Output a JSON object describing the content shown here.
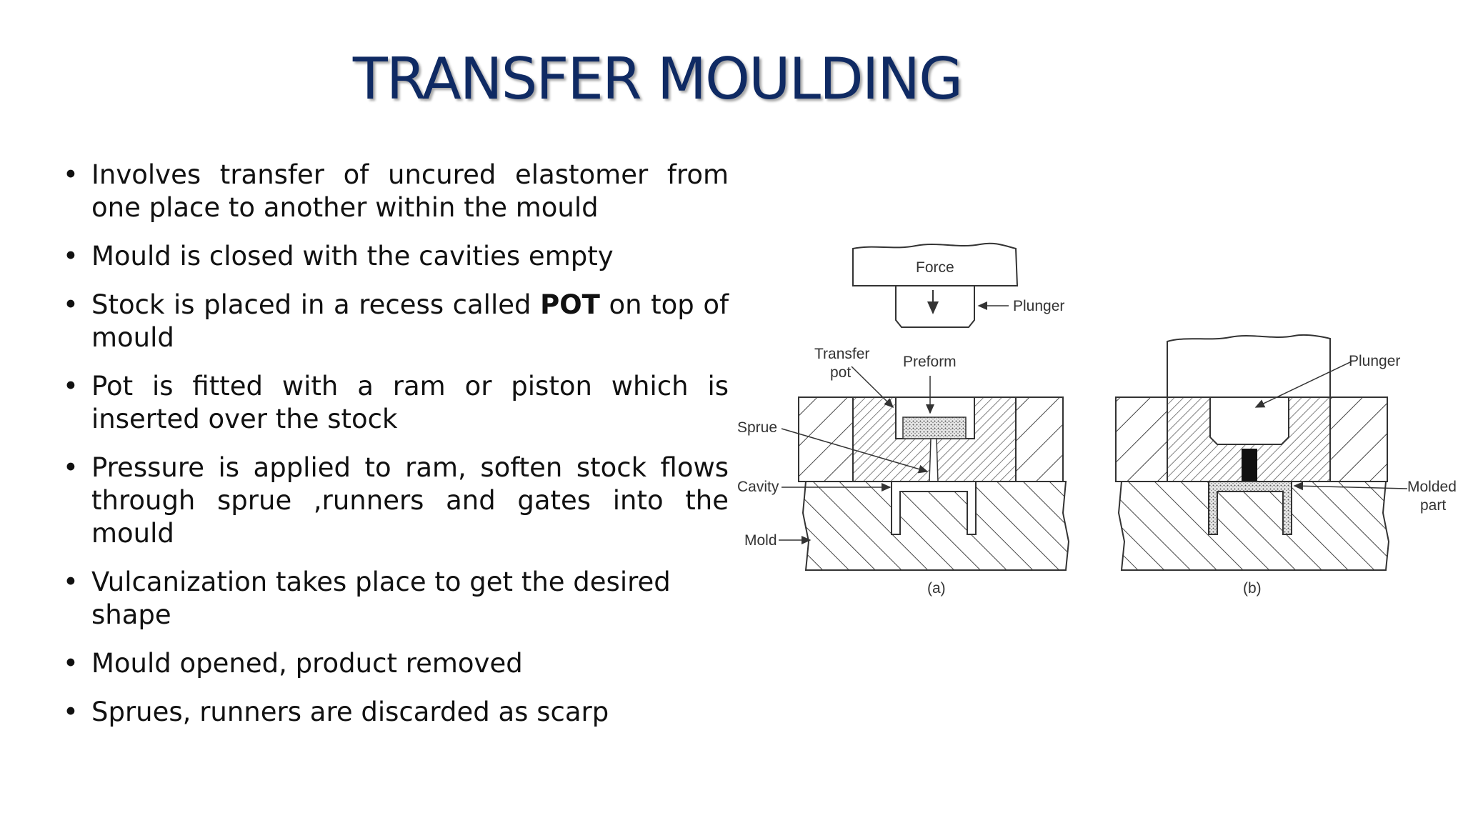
{
  "slide": {
    "title": "TRANSFER MOULDING",
    "bullets": [
      {
        "pre": "Involves transfer of uncured elastomer from one place to another within the mould",
        "bold": "",
        "post": ""
      },
      {
        "pre": "Mould is closed with the cavities empty",
        "bold": "",
        "post": ""
      },
      {
        "pre": "Stock is placed in a recess called ",
        "bold": "POT",
        "post": " on top of mould"
      },
      {
        "pre": "Pot is fitted with a ram or piston which is inserted over the stock",
        "bold": "",
        "post": ""
      },
      {
        "pre": "Pressure is applied to ram, soften stock flows through sprue ,runners and gates into the mould",
        "bold": "",
        "post": ""
      },
      {
        "pre": "Vulcanization takes place to get the desired shape",
        "bold": "",
        "post": ""
      },
      {
        "pre": "Mould opened, product removed",
        "bold": "",
        "post": ""
      },
      {
        "pre": "Sprues, runners  are discarded as scarp",
        "bold": "",
        "post": ""
      }
    ],
    "bullet_symbol": "•"
  },
  "diagram": {
    "labels": {
      "force": "Force",
      "plunger_a": "Plunger",
      "transfer_pot_1": "Transfer",
      "transfer_pot_2": "pot",
      "preform": "Preform",
      "sprue": "Sprue",
      "cavity": "Cavity",
      "mold": "Mold",
      "caption_a": "(a)",
      "plunger_b": "Plunger",
      "molded_part_1": "Molded",
      "molded_part_2": "part",
      "caption_b": "(b)"
    }
  },
  "colors": {
    "title": "#0f2a63",
    "text": "#111111",
    "line": "#333333"
  }
}
